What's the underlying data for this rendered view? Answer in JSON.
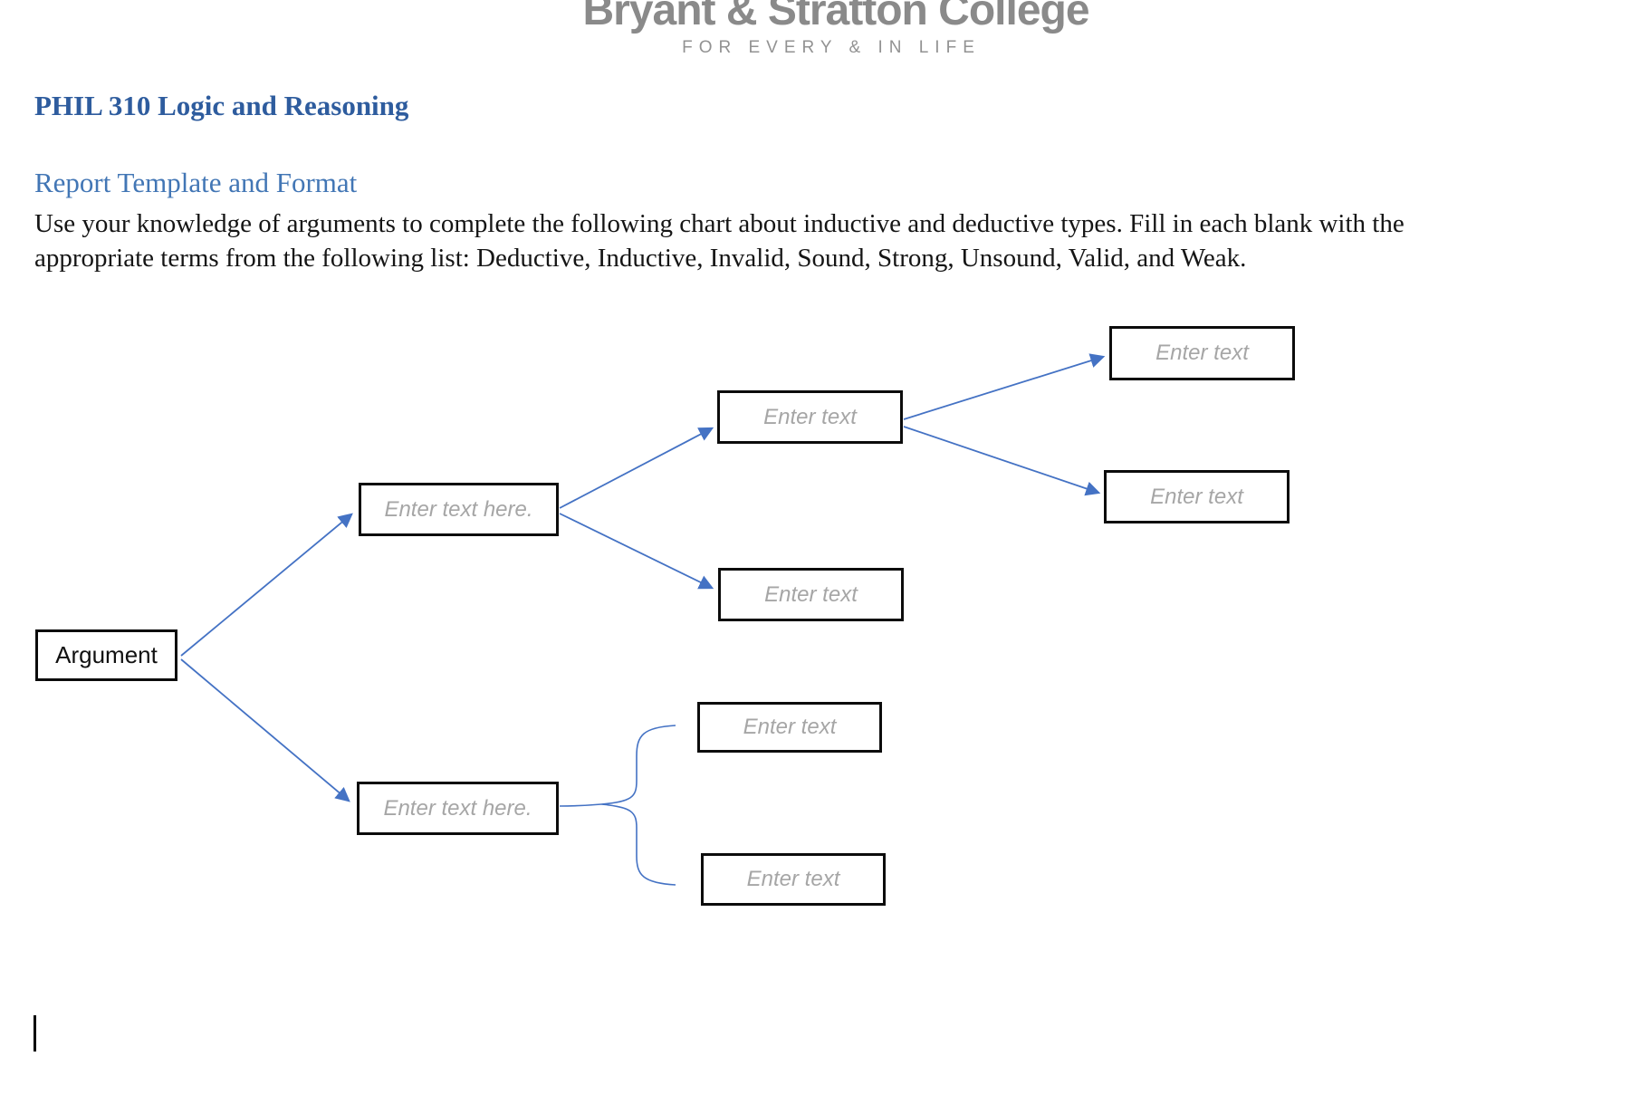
{
  "header": {
    "logo_text": "Bryant & Stratton College",
    "logo_tagline": "FOR EVERY & IN LIFE"
  },
  "document": {
    "course_title": "PHIL 310 Logic and Reasoning",
    "section_heading": "Report Template and Format",
    "instructions_line1": "Use your knowledge of arguments to complete the following chart about inductive and deductive types.  Fill in each blank with the",
    "instructions_line2": "appropriate terms from the following list: Deductive, Inductive, Invalid, Sound, Strong, Unsound, Valid, and Weak."
  },
  "diagram": {
    "nodes": {
      "argument": "Argument",
      "branch_top": "Enter text here.",
      "branch_bottom": "Enter text here.",
      "mid_top": "Enter text",
      "mid_bottom": "Enter text",
      "right_top": "Enter text",
      "right_bottom": "Enter text",
      "brace_top": "Enter text",
      "brace_bottom": "Enter text"
    },
    "connector_color": "#4472C4"
  }
}
